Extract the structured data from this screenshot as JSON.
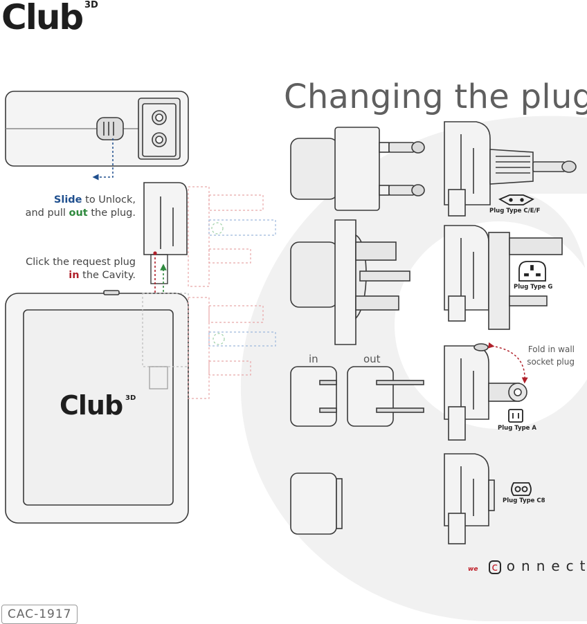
{
  "brand": {
    "name": "Club",
    "suffix": "3D"
  },
  "title": "Changing the plugs",
  "instructions": {
    "slide": {
      "keyword": "Slide",
      "rest_line1": " to Unlock,",
      "line2_pre": "and pull ",
      "keyword2": "out",
      "line2_post": " the plug."
    },
    "click": {
      "line1": "Click the request plug",
      "keyword": "in",
      "line2_post": " the Cavity."
    }
  },
  "adapter_labels": {
    "in": "in",
    "out": "out"
  },
  "plug_types": [
    {
      "label": "Plug Type C/E/F",
      "icon": "plug-type-cef-icon"
    },
    {
      "label": "Plug Type G",
      "icon": "plug-type-g-icon"
    },
    {
      "label": "Plug Type A",
      "icon": "plug-type-a-icon"
    },
    {
      "label": "Plug Type C8",
      "icon": "plug-type-c8-icon"
    }
  ],
  "fold_note": {
    "line1": "Fold in wall",
    "line2": "socket plug"
  },
  "device_logo": {
    "name": "Club",
    "suffix": "3D"
  },
  "footer": {
    "brand_prefix": "we",
    "brand_c": "c",
    "brand_rest": "onnect",
    "model": "CAC-1917"
  },
  "colors": {
    "accent_blue": "#1f4f8e",
    "accent_green": "#2f8a3e",
    "accent_red": "#b0202a",
    "outline": "#3a3a3a",
    "fill_light": "#f2f2f2",
    "fill_mid": "#e4e4e4",
    "dash_pink": "#e8a6a8",
    "dash_blue": "#9cb8dc",
    "dash_green": "#9fd0a6"
  }
}
